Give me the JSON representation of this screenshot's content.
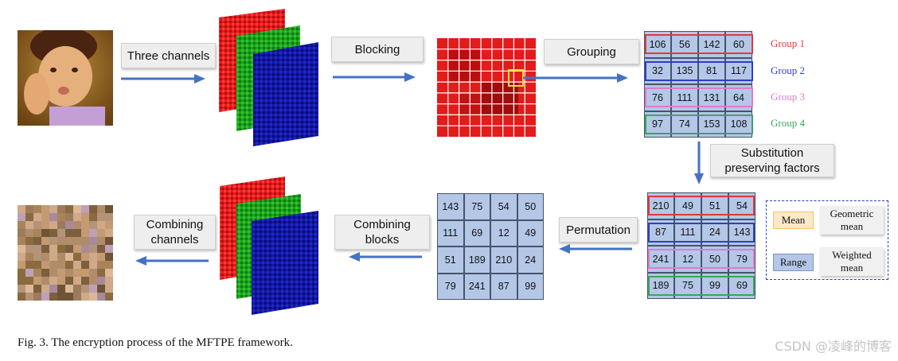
{
  "steps": {
    "three_channels": "Three channels",
    "blocking": "Blocking",
    "grouping": "Grouping",
    "substitution": "Substitution\npreserving factors",
    "permutation": "Permutation",
    "combining_blocks": "Combining\nblocks",
    "combining_channels": "Combining\nchannels"
  },
  "groups": [
    {
      "label": "Group 1",
      "color": "#e0393e",
      "values": [
        "106",
        "56",
        "142",
        "60"
      ]
    },
    {
      "label": "Group 2",
      "color": "#2e3fc9",
      "values": [
        "32",
        "135",
        "81",
        "117"
      ]
    },
    {
      "label": "Group 3",
      "color": "#e07ad0",
      "values": [
        "76",
        "111",
        "131",
        "64"
      ]
    },
    {
      "label": "Group 4",
      "color": "#3aa55a",
      "values": [
        "97",
        "74",
        "153",
        "108"
      ]
    }
  ],
  "substituted_rows": [
    [
      "210",
      "49",
      "51",
      "54"
    ],
    [
      "87",
      "111",
      "24",
      "143"
    ],
    [
      "241",
      "12",
      "50",
      "79"
    ],
    [
      "189",
      "75",
      "99",
      "69"
    ]
  ],
  "permuted_rows": [
    [
      "143",
      "75",
      "54",
      "50"
    ],
    [
      "111",
      "69",
      "12",
      "49"
    ],
    [
      "51",
      "189",
      "210",
      "24"
    ],
    [
      "79",
      "241",
      "87",
      "99"
    ]
  ],
  "factors": {
    "mean": "Mean",
    "geometric_mean": "Geometric\nmean",
    "range": "Range",
    "weighted_mean": "Weighted\nmean"
  },
  "caption": "Fig. 3.  The encryption process of the MFTPE framework.",
  "watermark": "CSDN @凌峰的博客",
  "colors": {
    "cell_fill": "#b4c7e7",
    "arrow": "#4472c4",
    "channel_red": "#e81b1b",
    "channel_green": "#1fa31f",
    "channel_blue": "#1318a8"
  }
}
